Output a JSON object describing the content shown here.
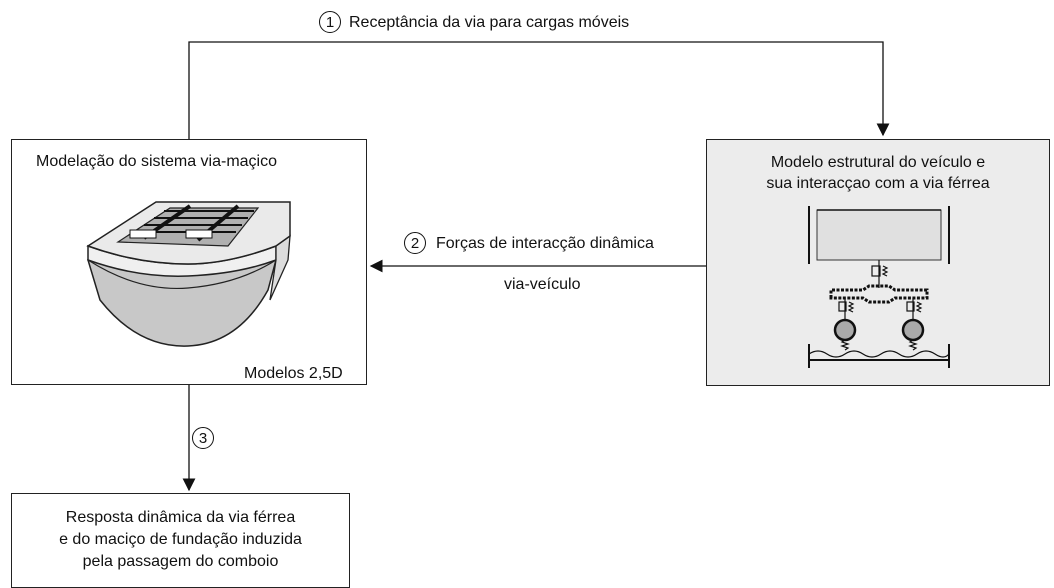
{
  "connections": {
    "step1": {
      "number": "1",
      "label": "Receptância da via para cargas móveis"
    },
    "step2": {
      "number": "2",
      "label_line1": "Forças de interacção dinâmica",
      "label_line2": "via-veículo"
    },
    "step3": {
      "number": "3"
    }
  },
  "boxes": {
    "track_model": {
      "title": "Modelação do sistema via-maçico",
      "footer": "Modelos 2,5D"
    },
    "vehicle_model": {
      "title_line1": "Modelo estrutural do veículo e",
      "title_line2": "sua interacçao com a via férrea"
    },
    "response": {
      "line1": "Resposta dinâmica da via férrea",
      "line2": "e do maciço de fundação induzida",
      "line3": "pela passagem do comboio"
    }
  }
}
